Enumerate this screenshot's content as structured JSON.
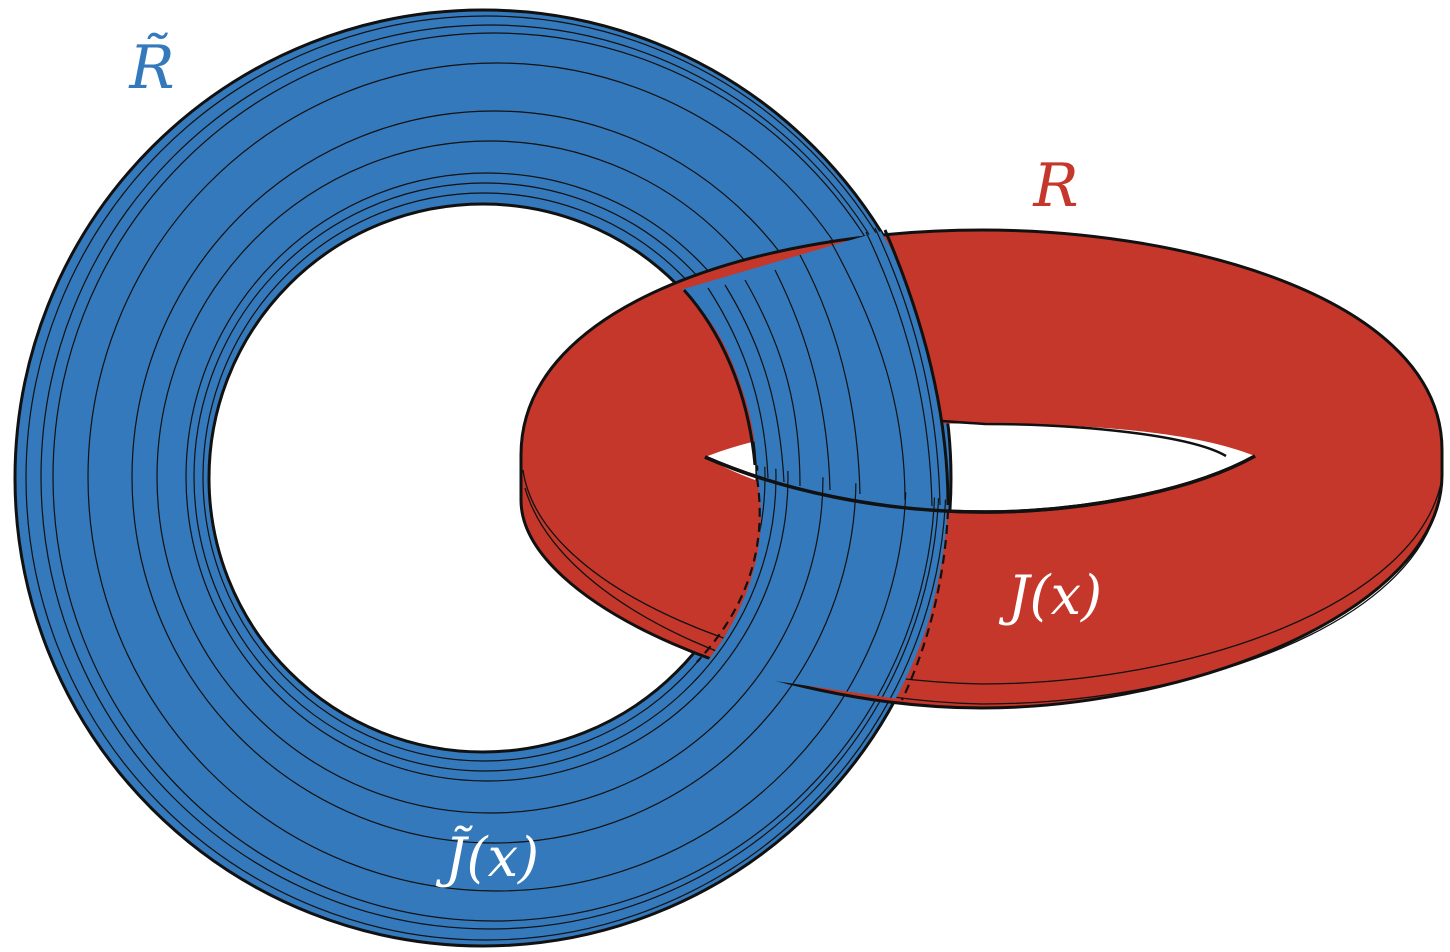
{
  "labels": {
    "blue_torus": "R̃",
    "red_torus": "R",
    "red_field": "J(x)",
    "blue_field": "J̃(x)"
  },
  "colors": {
    "blue": "#3479bb",
    "red": "#c5372b",
    "outline": "#111111",
    "label_white": "#ffffff",
    "background": "#ffffff"
  }
}
